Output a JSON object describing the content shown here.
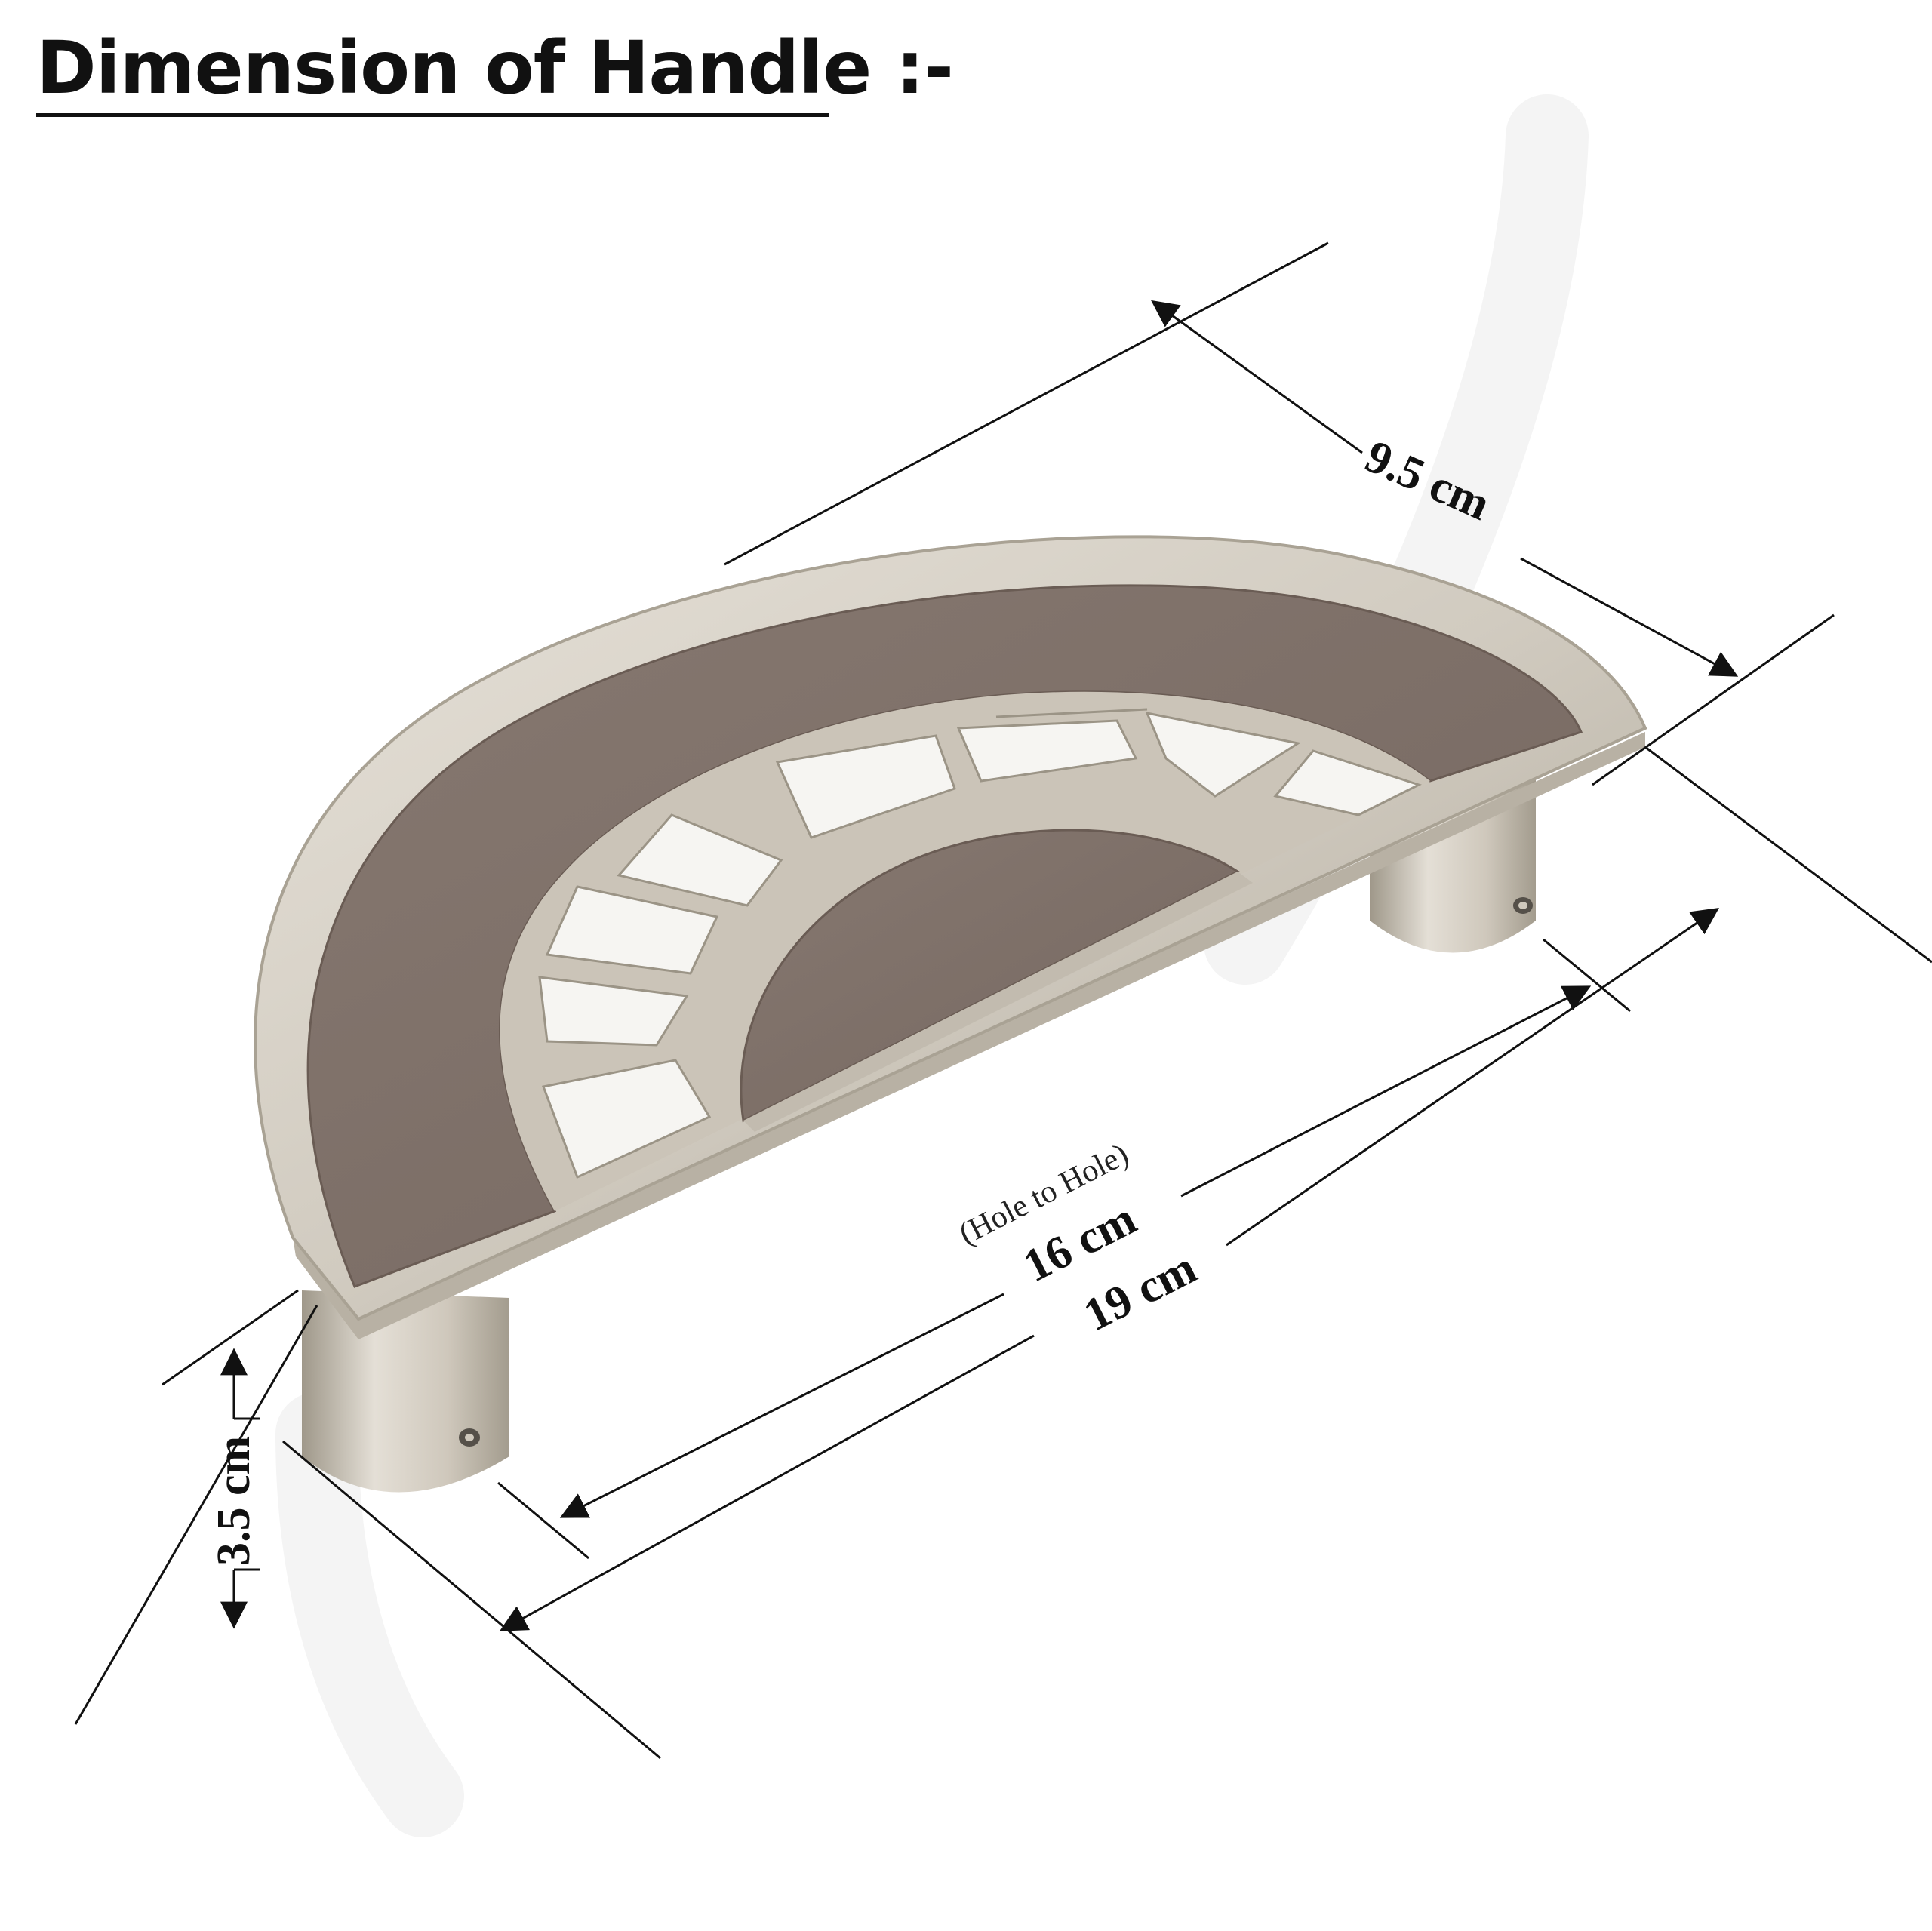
{
  "title": "Dimension of Handle :-",
  "dimensions": {
    "depth": "9.5 cm",
    "hole_to_hole_note": "(Hole to Hole)",
    "hole_to_hole": "16 cm",
    "length": "19 cm",
    "height": "3.5 cm"
  },
  "colors": {
    "metal": "#d3cdc3",
    "metal_shadow": "#b4ad9f",
    "panel": "#7e7068",
    "panel_edge": "#6a5c54",
    "dimension_line": "#111111",
    "watermark": "#f3f3f3"
  }
}
